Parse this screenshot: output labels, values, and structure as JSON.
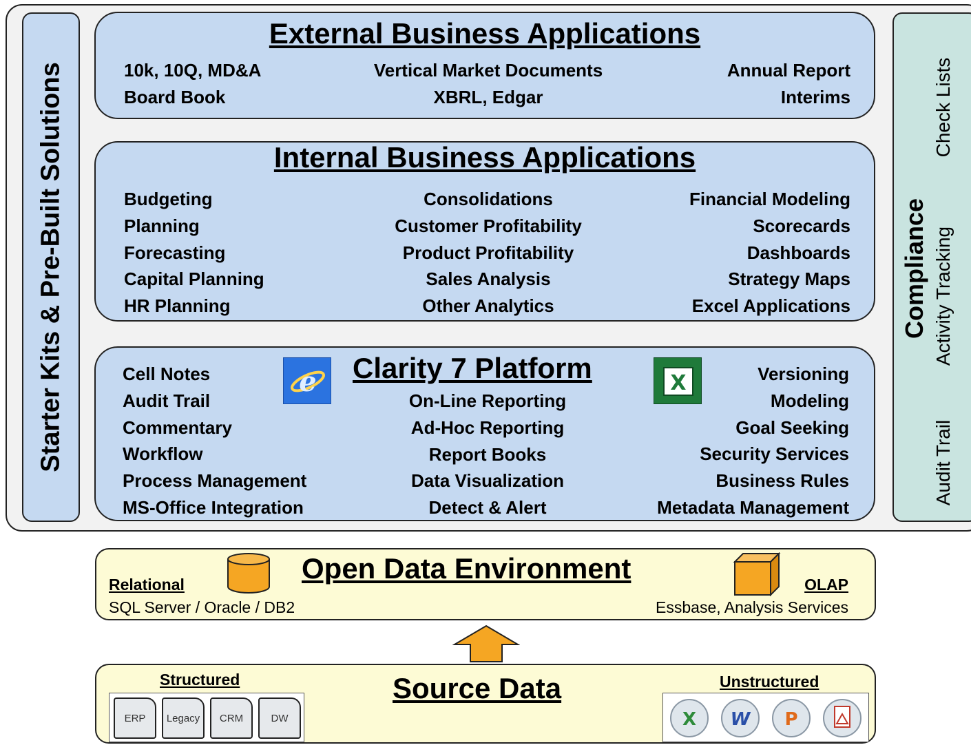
{
  "left_sidebar": {
    "label": "Starter Kits & Pre-Built Solutions"
  },
  "right_sidebar": {
    "title": "Compliance",
    "items": [
      "Check Lists",
      "Activity Tracking",
      "Audit Trail"
    ]
  },
  "external": {
    "title": "External Business Applications",
    "left": [
      "10k, 10Q, MD&A",
      "Board Book"
    ],
    "center": [
      "Vertical Market Documents",
      "XBRL, Edgar"
    ],
    "right": [
      "Annual Report",
      "Interims"
    ]
  },
  "internal": {
    "title": "Internal Business Applications",
    "left": [
      "Budgeting",
      "Planning",
      "Forecasting",
      "Capital Planning",
      "HR Planning"
    ],
    "center": [
      "Consolidations",
      "Customer Profitability",
      "Product Profitability",
      "Sales Analysis",
      "Other Analytics"
    ],
    "right": [
      "Financial Modeling",
      "Scorecards",
      "Dashboards",
      "Strategy Maps",
      "Excel Applications"
    ]
  },
  "platform": {
    "title": "Clarity 7 Platform",
    "left_icon": "internet-explorer-icon",
    "right_icon": "excel-icon",
    "left": [
      "Cell Notes",
      "Audit Trail",
      "Commentary",
      "Workflow",
      "Process Management",
      "MS-Office Integration"
    ],
    "center": [
      "On-Line Reporting",
      "Ad-Hoc Reporting",
      "Report Books",
      "Data Visualization",
      "Detect & Alert"
    ],
    "right": [
      "Versioning",
      "Modeling",
      "Goal Seeking",
      "Security Services",
      "Business Rules",
      "Metadata Management"
    ]
  },
  "ode": {
    "title": "Open Data Environment",
    "relational_label": "Relational",
    "relational_desc": "SQL Server / Oracle / DB2",
    "olap_label": "OLAP",
    "olap_desc": "Essbase, Analysis Services",
    "left_icon": "database-cylinder-icon",
    "right_icon": "olap-cube-icon"
  },
  "arrow_icon": "up-arrow-icon",
  "source": {
    "title": "Source Data",
    "structured_label": "Structured",
    "structured_items": [
      "ERP",
      "Legacy",
      "CRM",
      "DW"
    ],
    "unstructured_label": "Unstructured",
    "unstructured_icons": [
      "excel-file-icon",
      "word-file-icon",
      "powerpoint-file-icon",
      "pdf-file-icon"
    ]
  },
  "colors": {
    "panel_blue": "#c5d9f1",
    "compliance_teal": "#c9e4e0",
    "data_yellow": "#fdfbd5",
    "orange": "#f5a623"
  }
}
